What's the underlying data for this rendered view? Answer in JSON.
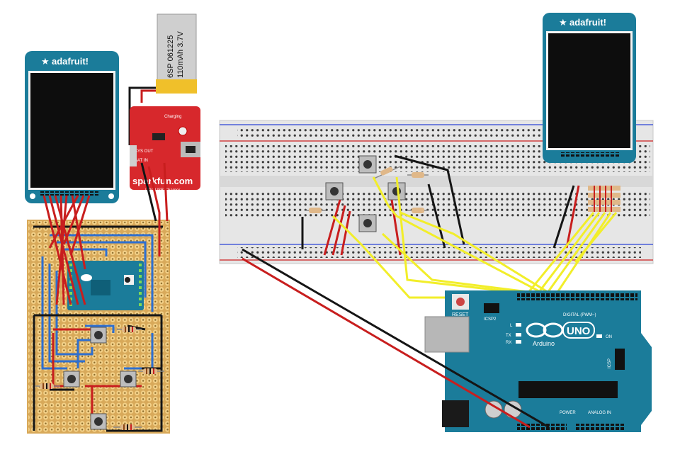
{
  "tft_left": {
    "brand": "adafruit!"
  },
  "tft_right": {
    "brand": "adafruit!"
  },
  "battery": {
    "line1": "6SP 061225",
    "line2": "110mAh 3.7V"
  },
  "charger": {
    "brand": "sparkfun.com",
    "subtitle": "LiPo USB Charger",
    "charging": "Charging",
    "sys_out": "SYS OUT",
    "bat_in": "BAT IN"
  },
  "arduino": {
    "logo": "Arduino",
    "model": "UNO",
    "reset": "RESET",
    "icsp2": "ICSP2",
    "icsp": "ICSP",
    "digital": "DIGITAL (PWM~)",
    "analog": "ANALOG IN",
    "power": "POWER",
    "on": "ON",
    "tx": "TX",
    "rx": "RX",
    "l": "L"
  },
  "colors": {
    "pcb_teal": "#1b7c9a",
    "perfboard": "#d8a95a",
    "charger_red": "#d7282c",
    "wire_red": "#c81e1e",
    "wire_black": "#151515",
    "wire_yellow": "#f2ee2a",
    "wire_blue": "#2e6fd0"
  }
}
